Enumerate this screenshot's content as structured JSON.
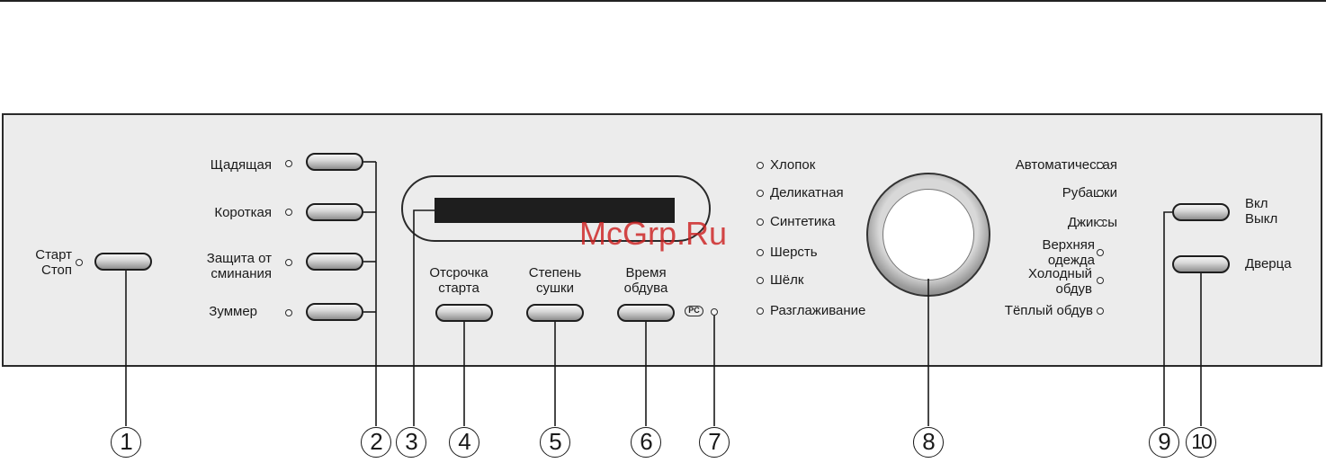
{
  "panel": {
    "start_stop": [
      "Старт",
      "Стоп"
    ],
    "option_buttons": [
      {
        "label": "Щадящая"
      },
      {
        "label": "Короткая"
      },
      {
        "label": [
          "Защита от",
          "сминания"
        ]
      },
      {
        "label": "Зуммер"
      }
    ],
    "display_buttons": [
      {
        "label": [
          "Отсрочка",
          "старта"
        ]
      },
      {
        "label": [
          "Степень",
          "сушки"
        ]
      },
      {
        "label": [
          "Время",
          "обдува"
        ]
      }
    ],
    "pc_badge": "PC",
    "programs_left": [
      "Хлопок",
      "Деликатная",
      "Синтетика",
      "Шерсть",
      "Шёлк",
      "Разглаживание"
    ],
    "programs_right": [
      {
        "label": "Автоматическая"
      },
      {
        "label": "Рубашки"
      },
      {
        "label": "Джинсы"
      },
      {
        "label": [
          "Верхняя",
          "одежда"
        ]
      },
      {
        "label": [
          "Холодный",
          "обдув"
        ]
      },
      {
        "label": "Тёплый обдув"
      }
    ],
    "power_button": [
      "Вкл",
      "Выкл"
    ],
    "door_button": "Дверца"
  },
  "callouts": [
    "1",
    "2",
    "3",
    "4",
    "5",
    "6",
    "7",
    "8",
    "9",
    "10"
  ],
  "watermark": "McGrp.Ru"
}
